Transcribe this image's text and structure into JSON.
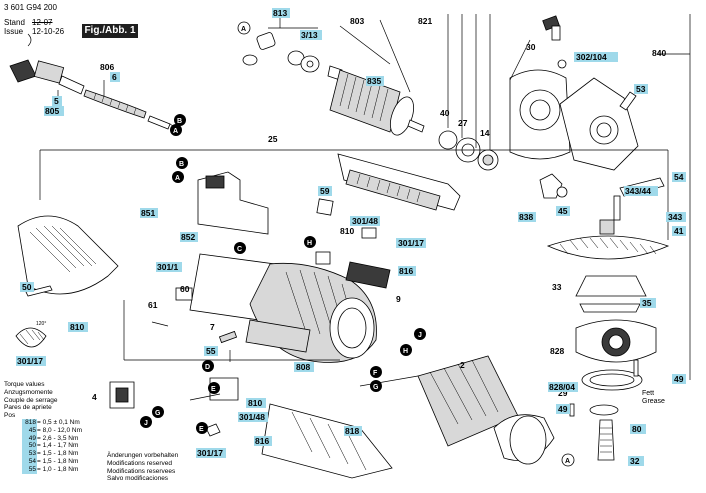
{
  "document_number": "3 601 G94 200",
  "header": {
    "stand_label": "Stand",
    "stand_value": "12-07",
    "issue_label": "Issue",
    "issue_value": "12-10-26",
    "figure_label": "Fig./Abb. 1"
  },
  "torque": {
    "title_lines": [
      "Torque values",
      "Anzugsmomente",
      "Couple de serrage",
      "Pares de apriete",
      "Pos"
    ],
    "rows": [
      {
        "pos": "818",
        "value": "= 0,5 ± 0,1 Nm"
      },
      {
        "pos": "45",
        "value": "= 8,0 - 12,0 Nm"
      },
      {
        "pos": "49",
        "value": "= 2,6 - 3,5 Nm"
      },
      {
        "pos": "50",
        "value": "= 1,4 - 1,7 Nm"
      },
      {
        "pos": "53",
        "value": "= 1,5 - 1,8 Nm"
      },
      {
        "pos": "54",
        "value": "= 1,5 - 1,8 Nm"
      },
      {
        "pos": "55",
        "value": "= 1,0 - 1,8 Nm"
      }
    ]
  },
  "changes": [
    "Änderungen vorbehalten",
    "Modifications reserved",
    "Modifications reservees",
    "Salvo modificaciones"
  ],
  "grease_note": [
    "Fett",
    "Grease"
  ],
  "angle_note": "120°",
  "refs": [
    "A",
    "B",
    "C",
    "D",
    "E",
    "F",
    "G",
    "H",
    "J"
  ],
  "part_labels": {
    "p813": "813",
    "p803": "803",
    "p313": "3/13",
    "p835": "835",
    "p821": "821",
    "p30": "30",
    "p302_104": "302/104",
    "p840": "840",
    "p806": "806",
    "p6": "6",
    "p5": "5",
    "p805": "805",
    "p40": "40",
    "p27": "27",
    "p14": "14",
    "p53": "53",
    "p25": "25",
    "p59": "59",
    "p851": "851",
    "p852": "852",
    "p301_48a": "301/48",
    "p810a": "810",
    "p301_17a": "301/17",
    "p816a": "816",
    "p343_44": "343/44",
    "p54": "54",
    "p838": "838",
    "p45": "45",
    "p343": "343",
    "p41": "41",
    "p301_1": "301/1",
    "p50": "50",
    "p60": "60",
    "p61": "61",
    "p9": "9",
    "p33": "33",
    "p35": "35",
    "p810b": "810",
    "p301_17b": "301/17",
    "p7": "7",
    "p55": "55",
    "p828": "828",
    "p808": "808",
    "p2": "2",
    "p29": "29",
    "p828_04": "828/04",
    "p49a": "49",
    "p49b": "49",
    "p4": "4",
    "p810c": "810",
    "p301_48b": "301/48",
    "p816b": "816",
    "p818": "818",
    "p301_17c": "301/17",
    "p80": "80",
    "p32": "32"
  }
}
